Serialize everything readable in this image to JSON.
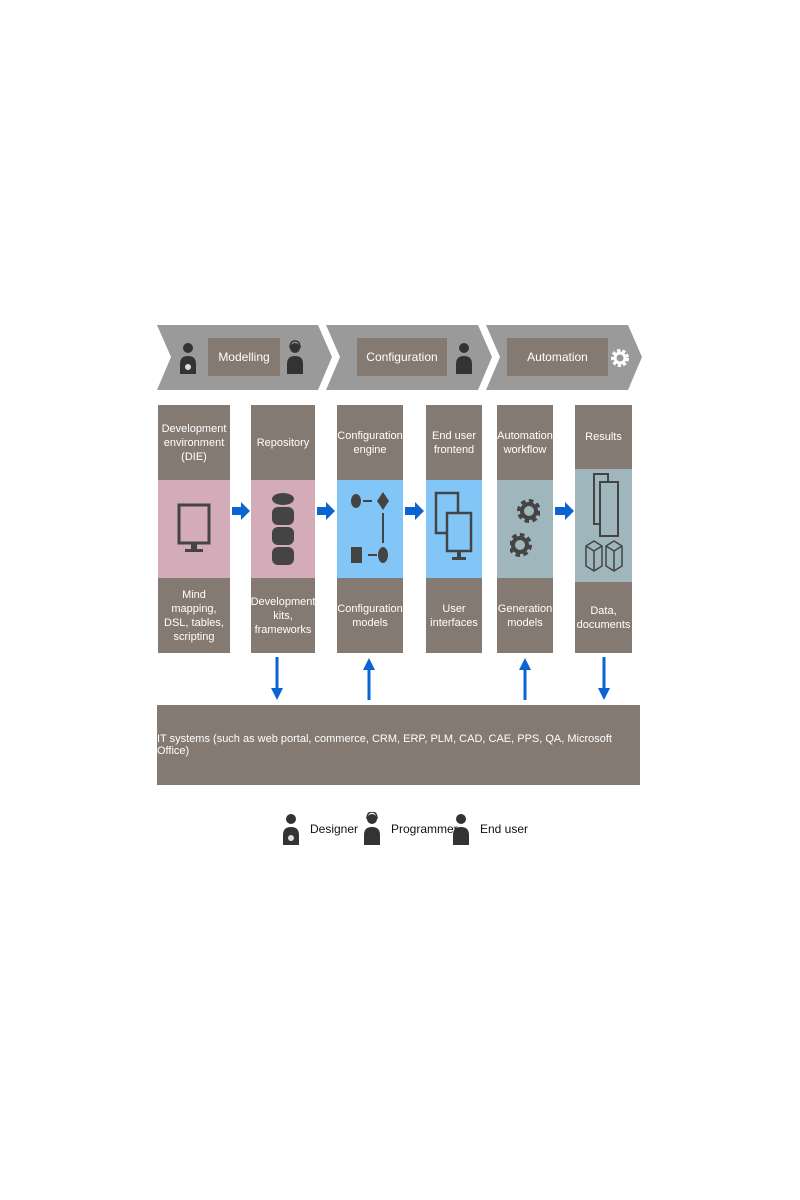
{
  "phases": [
    {
      "label": "Modelling"
    },
    {
      "label": "Configuration"
    },
    {
      "label": "Automation"
    }
  ],
  "columns": [
    {
      "top": "Development environment (DIE)",
      "bottom": "Mind mapping, DSL, tables, scripting",
      "icon": "monitor-icon"
    },
    {
      "top": "Repository",
      "bottom": "Development kits, frameworks",
      "icon": "database-icon"
    },
    {
      "top": "Configuration engine",
      "bottom": "Configuration models",
      "icon": "flow-icon"
    },
    {
      "top": "End user frontend",
      "bottom": "User interfaces",
      "icon": "screens-icon"
    },
    {
      "top": "Automation workflow",
      "bottom": "Generation models",
      "icon": "gears-icon"
    },
    {
      "top": "Results",
      "bottom": "Data, documents",
      "icon": "documents-icon"
    }
  ],
  "it_systems": "IT systems (such as web portal, commerce, CRM, ERP, PLM, CAD, CAE, PPS, QA, Microsoft Office)",
  "legend": [
    {
      "label": "Designer"
    },
    {
      "label": "Programmer"
    },
    {
      "label": "End user"
    }
  ],
  "colors": {
    "gray": "#857a72",
    "chevron": "#9a9a9a",
    "pink": "#d4abb8",
    "blue": "#82c6f8",
    "steel": "#a0b6bd",
    "arrow": "#0a64d2"
  }
}
